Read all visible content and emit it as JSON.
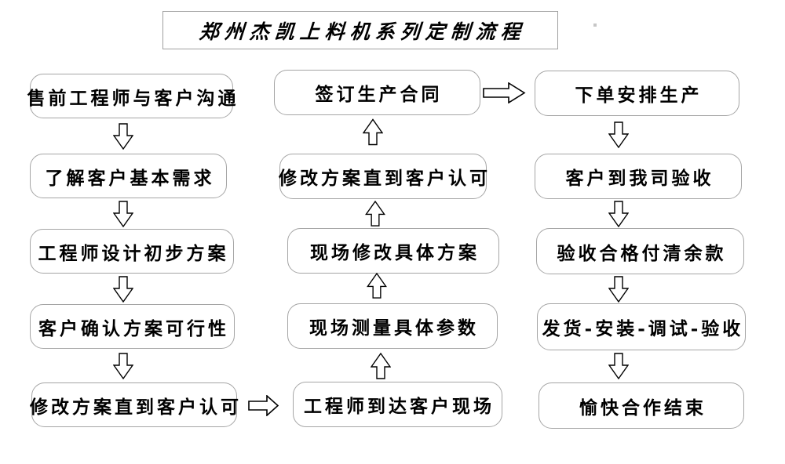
{
  "title": "郑州杰凯上料机系列定制流程",
  "columns": {
    "left": [
      "售前工程师与客户沟通",
      "了解客户基本需求",
      "工程师设计初步方案",
      "客户确认方案可行性",
      "修改方案直到客户认可"
    ],
    "middle": [
      "签订生产合同",
      "修改方案直到客户认可",
      "现场修改具体方案",
      "现场测量具体参数",
      "工程师到达客户现场"
    ],
    "right": [
      "下单安排生产",
      "客户到我司验收",
      "验收合格付清余款",
      "发货-安装-调试-验收",
      "愉快合作结束"
    ]
  },
  "icons": {
    "down_arrow": "arrow-down-icon",
    "up_arrow": "arrow-up-icon",
    "right_arrow": "arrow-right-icon"
  },
  "colors": {
    "background": "#ffffff",
    "box_border": "#a5a5a5",
    "title_border": "#9f9f9f",
    "text": "#000000",
    "arrow_outline": "#000000",
    "arrow_fill": "#ffffff"
  }
}
